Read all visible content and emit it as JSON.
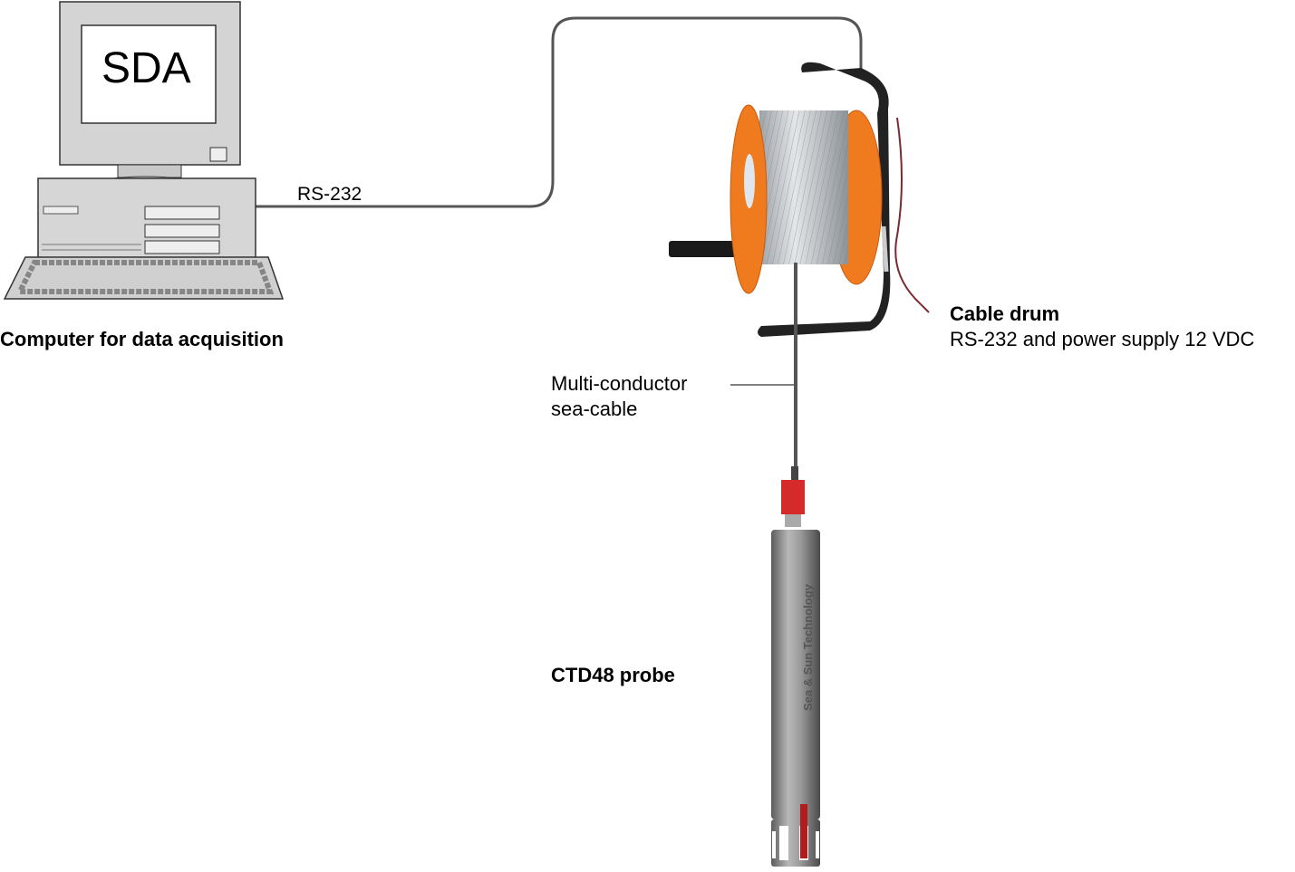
{
  "computer": {
    "screen_text": "SDA",
    "label": "Computer for data acquisition"
  },
  "link": {
    "label": "RS-232"
  },
  "cable_drum": {
    "title": "Cable drum",
    "subtitle": "RS-232 and power supply 12 VDC"
  },
  "sea_cable": {
    "line1": "Multi-conductor",
    "line2": "sea-cable"
  },
  "probe": {
    "label": "CTD48 probe",
    "brand_text": "Sea & Sun Technology"
  },
  "colors": {
    "drum_orange": "#f07a1e",
    "cable_grey": "#555555",
    "probe_red": "#d42a2a"
  }
}
